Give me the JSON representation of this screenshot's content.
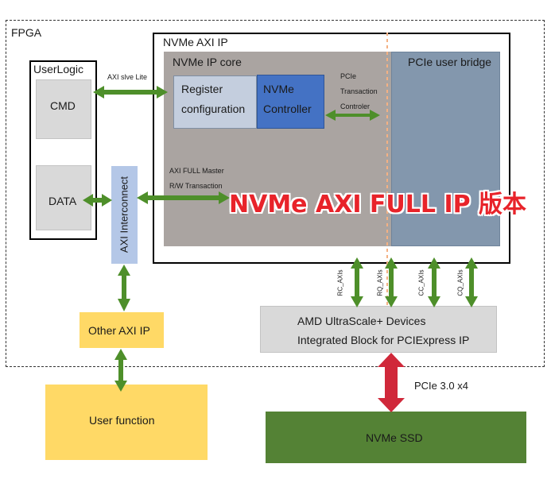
{
  "fpga": {
    "label": "FPGA"
  },
  "nvme_axi_ip": {
    "label": "NVMe AXI IP"
  },
  "nvme_ip_core": {
    "label": "NVMe IP core"
  },
  "pcie_user_bridge": {
    "label": "PCIe user bridge"
  },
  "user_logic": {
    "label": "UserLogic",
    "cmd": "CMD",
    "data": "DATA"
  },
  "register_config": {
    "line1": "Register",
    "line2": "configuration"
  },
  "nvme_controller": {
    "line1": "NVMe",
    "line2": "Controller"
  },
  "axi_interconnect": {
    "label": "AXI Interconnect"
  },
  "other_axi_ip": {
    "label": "Other AXI IP"
  },
  "user_function": {
    "label": "User function"
  },
  "amd_block": {
    "line1": "AMD UltraScale+ Devices",
    "line2": "Integrated Block for PCIExpress IP"
  },
  "nvme_ssd": {
    "label": "NVMe SSD"
  },
  "annotations": {
    "axi_slave_lite": "AXI slve Lite",
    "pcie_transaction_1": "PCIe",
    "pcie_transaction_2": "Transaction",
    "pcie_transaction_3": "Controler",
    "axi_full_master": "AXI FULL Master",
    "rw_transaction": "R/W Transaction",
    "pcie_link": "PCIe 3.0 x4"
  },
  "axis_labels": [
    "RC_AXIs",
    "RQ_AXIs",
    "CC_AXIs",
    "CQ_AXIs"
  ],
  "overlay_title": "NVMe AXI FULL IP 版本",
  "colors": {
    "green_arrow": "#4e8f2a",
    "red_arrow": "#d0283a",
    "overlay_red": "#e8232a",
    "core_gray": "#aaa4a1",
    "bridge_blue": "#8397ad",
    "controller_blue": "#4472c4",
    "yellow": "#ffd966",
    "ssd_green": "#548235"
  }
}
